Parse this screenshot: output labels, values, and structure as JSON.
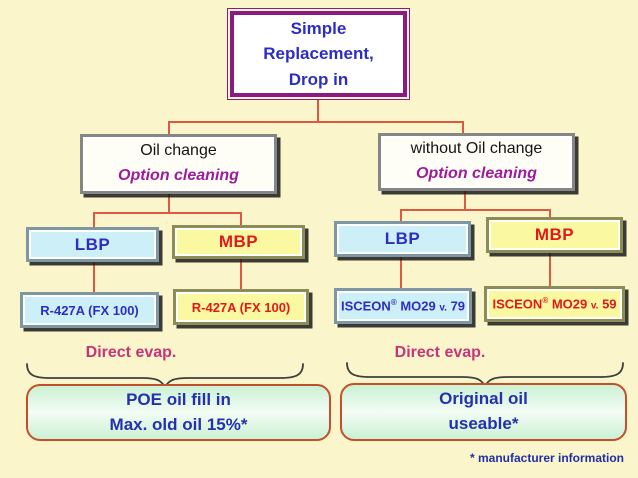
{
  "colors": {
    "background": "#FBF5CC",
    "connector": "#DC5A45",
    "root_border": "#8B1B84",
    "blue_text": "#2D2DC2",
    "red_text": "#E01A1A",
    "magenta_text": "#9D1B9D",
    "pink_text": "#C63579",
    "lbp_fill": "#CDEFF8",
    "mbp_fill": "#FBF8A2",
    "result_border": "#C44F2C",
    "result_fill": "#CBF1D3"
  },
  "root": {
    "title": "Simple\nReplacement,\nDrop in"
  },
  "branch_left": {
    "line1": "Oil change",
    "line2": "Option cleaning"
  },
  "branch_right": {
    "line1": "without Oil change",
    "line2": "Option cleaning"
  },
  "level3": {
    "lbp_left": "LBP",
    "mbp_left": "MBP",
    "lbp_right": "LBP",
    "mbp_right": "MBP"
  },
  "level4": {
    "r427a_lbp": "R-427A (FX 100)",
    "r427a_mbp": "R-427A (FX 100)",
    "isceon_79": {
      "brand": "ISCEON",
      "reg": "®",
      "model": " MO29 ",
      "v": "v.",
      "num": " 79"
    },
    "isceon_59": {
      "brand": "ISCEON",
      "reg": "®",
      "model": " MO29 ",
      "v": "v.",
      "num": " 59"
    }
  },
  "annotations": {
    "direct_evap_left": "Direct evap.",
    "direct_evap_right": "Direct evap."
  },
  "results": {
    "left": "POE oil fill in\nMax. old oil 15%*",
    "right": "Original oil\nuseable*"
  },
  "footnote": "* manufacturer information"
}
